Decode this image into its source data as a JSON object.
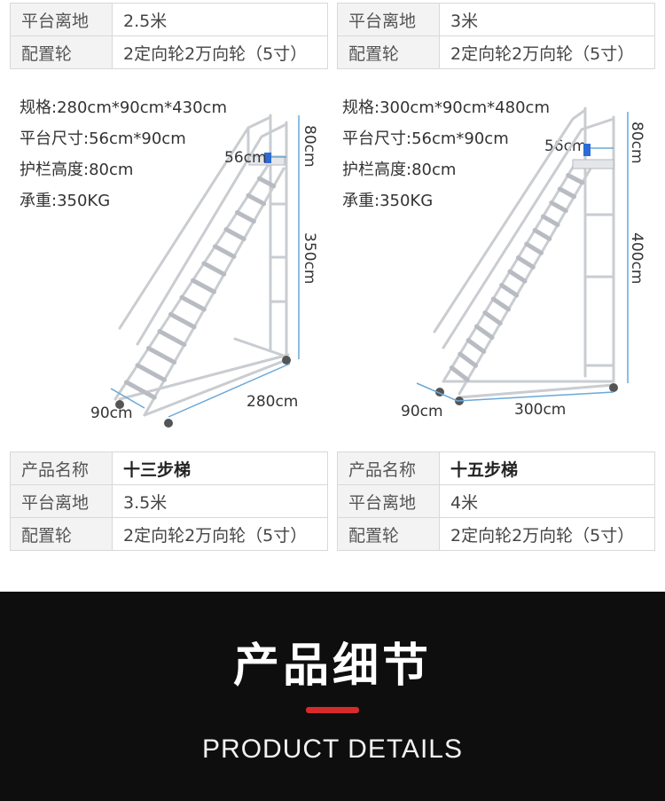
{
  "top_tables": [
    {
      "rows": [
        {
          "label": "平台离地",
          "value": "2.5米"
        },
        {
          "label": "配置轮",
          "value": "2定向轮2万向轮（5寸）"
        }
      ]
    },
    {
      "rows": [
        {
          "label": "平台离地",
          "value": "3米"
        },
        {
          "label": "配置轮",
          "value": "2定向轮2万向轮（5寸）"
        }
      ]
    }
  ],
  "products": [
    {
      "specs": [
        "规格:280cm*90cm*430cm",
        "平台尺寸:56cm*90cm",
        "护栏高度:80cm",
        "承重:350KG"
      ],
      "dims": {
        "platform_width": "56cm",
        "rail_height": "80cm",
        "height": "350cm",
        "depth": "90cm",
        "length": "280cm"
      },
      "table": {
        "name_label": "产品名称",
        "name": "十三步梯",
        "rows": [
          {
            "label": "平台离地",
            "value": "3.5米"
          },
          {
            "label": "配置轮",
            "value": "2定向轮2万向轮（5寸）"
          }
        ]
      }
    },
    {
      "specs": [
        "规格:300cm*90cm*480cm",
        "平台尺寸:56cm*90cm",
        "护栏高度:80cm",
        "承重:350KG"
      ],
      "dims": {
        "platform_width": "56cm",
        "rail_height": "80cm",
        "height": "400cm",
        "depth": "90cm",
        "length": "300cm"
      },
      "table": {
        "name_label": "产品名称",
        "name": "十五步梯",
        "rows": [
          {
            "label": "平台离地",
            "value": "4米"
          },
          {
            "label": "配置轮",
            "value": "2定向轮2万向轮（5寸）"
          }
        ]
      }
    }
  ],
  "section": {
    "title_zh": "产品细节",
    "title_en": "PRODUCT DETAILS",
    "accent_color": "#d72b2b"
  }
}
